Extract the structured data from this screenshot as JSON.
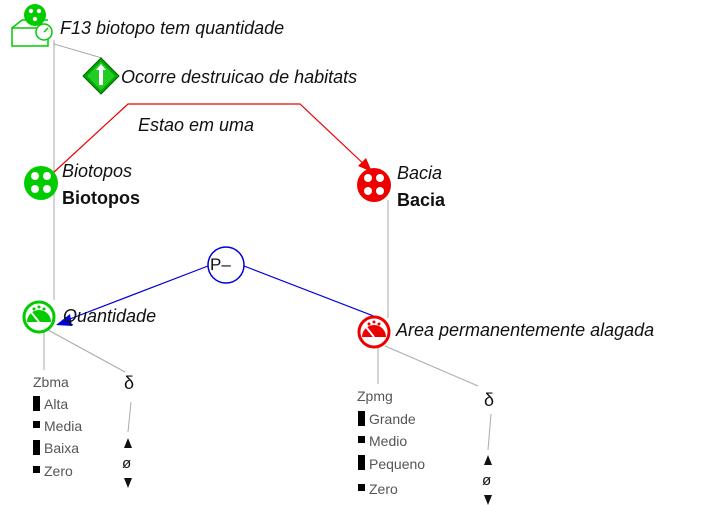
{
  "title": "F13 biotopo tem quantidade",
  "process": "Ocorre destruicao de habitats",
  "relation_label": "Estao em uma",
  "entities": {
    "left": {
      "italic": "Biotopos",
      "bold": "Biotopos",
      "color": "#00cc00"
    },
    "right": {
      "italic": "Bacia",
      "bold": "Bacia",
      "color": "#ee0000"
    }
  },
  "quantities": {
    "left": {
      "name": "Quantidade",
      "color": "#00cc00"
    },
    "right": {
      "name": "Area permanentemente alagada",
      "color": "#ee0000"
    }
  },
  "influence": {
    "label": "P–",
    "color": "#0000dd"
  },
  "quantity_spaces": {
    "left": {
      "name": "Zbma",
      "values": [
        "Alta",
        "Media",
        "Baixa",
        "Zero"
      ]
    },
    "right": {
      "name": "Zpmg",
      "values": [
        "Grande",
        "Medio",
        "Pequeno",
        "Zero"
      ]
    }
  },
  "derivative": {
    "symbol": "δ",
    "zero": "ø"
  }
}
